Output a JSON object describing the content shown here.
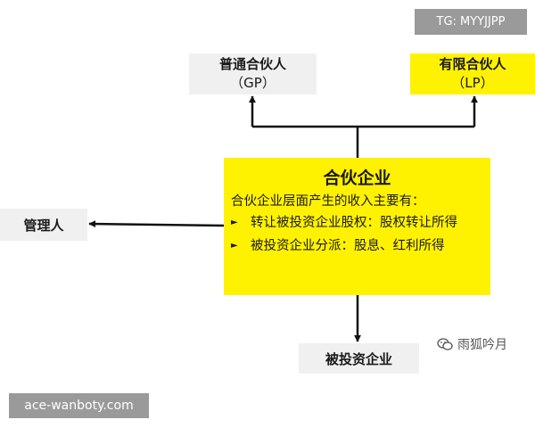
{
  "watermarks": {
    "tg": "TG: MYYJJPP",
    "site": "ace-wanboty.com",
    "wechat": "雨狐吟月"
  },
  "gp": {
    "title": "普通合伙人",
    "abbr": "（GP）"
  },
  "lp": {
    "title": "有限合伙人",
    "abbr": "（LP）"
  },
  "manager": {
    "label": "管理人"
  },
  "invested": {
    "label": "被投资企业"
  },
  "main": {
    "title": "合伙企业",
    "description": "合伙企业层面产生的收入主要有：",
    "bullets": [
      "转让被投资企业股权：股权转让所得",
      "被投资企业分派：股息、红利所得"
    ]
  },
  "colors": {
    "highlight": "#fff200",
    "neutral_box": "#f0f0f0",
    "badge": "#9a9a9a",
    "line": "#111111"
  }
}
